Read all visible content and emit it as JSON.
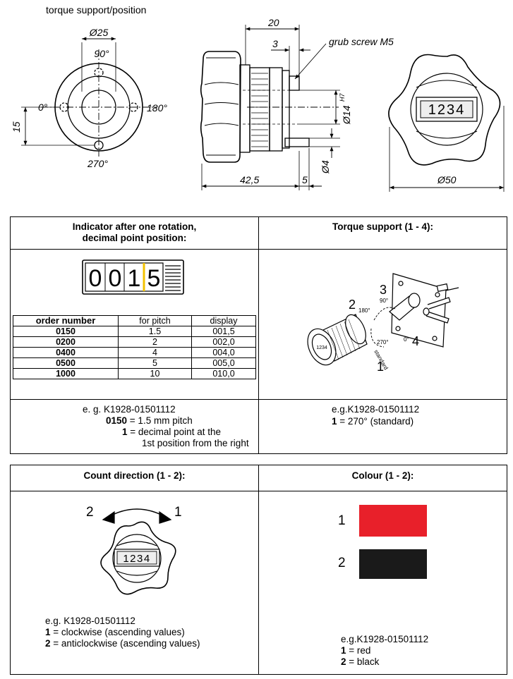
{
  "drawing": {
    "caption": "torque support/position",
    "dims": {
      "d25": "Ø25",
      "a90": "90°",
      "a0": "0°",
      "a180": "180°",
      "a270": "270°",
      "d15": "15",
      "d20": "20",
      "d3": "3",
      "grub": "grub screw M5",
      "d14": "Ø14",
      "d14tol": "H7",
      "d4": "Ø4",
      "d42": "42,5",
      "d5": "5",
      "d50": "Ø50",
      "counter_digits": "1234"
    }
  },
  "indicator": {
    "header_line1": "Indicator after one rotation,",
    "header_line2": "decimal point position:",
    "display_digits": [
      "0",
      "0",
      "1",
      "5"
    ],
    "table": {
      "headers": [
        "order number",
        "for pitch",
        "display"
      ],
      "rows": [
        [
          "0150",
          "1.5",
          "001,5"
        ],
        [
          "0200",
          "2",
          "002,0"
        ],
        [
          "0400",
          "4",
          "004,0"
        ],
        [
          "0500",
          "5",
          "005,0"
        ],
        [
          "1000",
          "10",
          "010,0"
        ]
      ]
    },
    "example": "e. g. K1928-01501112",
    "ex1_code": "0150",
    "ex1_text": " = 1.5 mm pitch",
    "ex2_code": "1",
    "ex2_text": " = decimal point at the",
    "ex2_text2": "1st position from the right"
  },
  "torque": {
    "header": "Torque support  (1 - 4):",
    "labels": {
      "n1": "1",
      "n2": "2",
      "n3": "3",
      "n4": "4",
      "a90": "90°",
      "a180": "180°",
      "a0": "0°",
      "a270": "270°",
      "standard": "standard",
      "counter_digits": "1234"
    },
    "example": "e.g.K1928-01501112",
    "ex_code": "1",
    "ex_text": " = 270° (standard)"
  },
  "count": {
    "header": "Count direction (1 - 2):",
    "label_left": "2",
    "label_right": "1",
    "counter_digits": "1234",
    "example": "e.g. K1928-01501112",
    "ex1_code": "1",
    "ex1_text": " = clockwise (ascending values)",
    "ex2_code": "2",
    "ex2_text": " = anticlockwise (ascending values)"
  },
  "colour": {
    "header": "Colour (1 - 2):",
    "swatches": [
      {
        "label": "1",
        "color": "#e8202a"
      },
      {
        "label": "2",
        "color": "#1a1a1a"
      }
    ],
    "example": "e.g.K1928-01501112",
    "ex1_code": "1",
    "ex1_text": " = red",
    "ex2_code": "2",
    "ex2_text": " = black"
  }
}
